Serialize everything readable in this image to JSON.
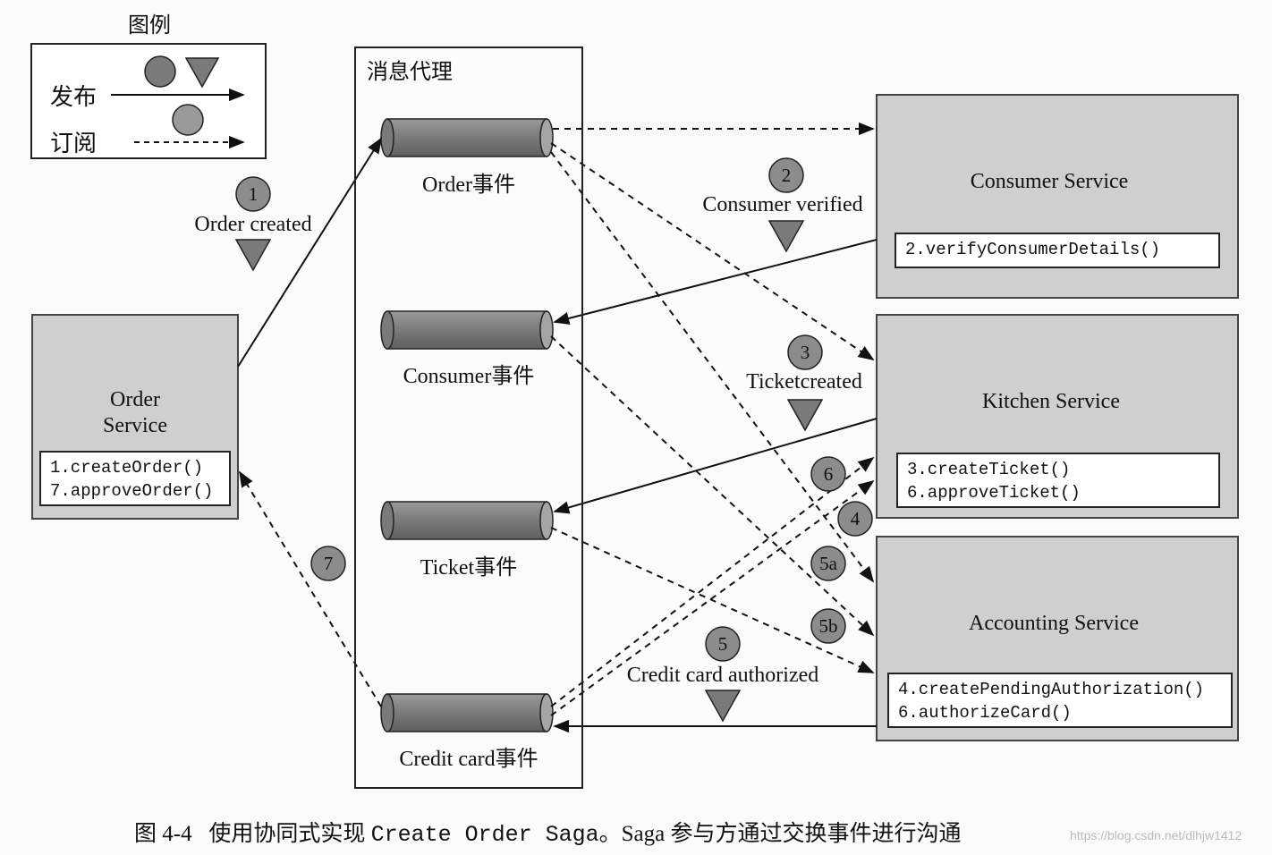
{
  "legend": {
    "title": "图例",
    "publish": "发布",
    "subscribe": "订阅"
  },
  "broker": {
    "title": "消息代理",
    "channels": [
      "Order事件",
      "Consumer事件",
      "Ticket事件",
      "Credit card事件"
    ]
  },
  "services": {
    "order": {
      "name_line1": "Order",
      "name_line2": "Service",
      "methods": [
        "1.createOrder()",
        "7.approveOrder()"
      ]
    },
    "consumer": {
      "name": "Consumer Service",
      "methods": [
        "2.verifyConsumerDetails()"
      ]
    },
    "kitchen": {
      "name": "Kitchen Service",
      "methods": [
        "3.createTicket()",
        "6.approveTicket()"
      ]
    },
    "accounting": {
      "name": "Accounting Service",
      "methods": [
        "4.createPendingAuthorization()",
        "6.authorizeCard()"
      ]
    }
  },
  "events": {
    "order_created": "Order created",
    "consumer_verified": "Consumer verified",
    "ticket_created": "Ticketcreated",
    "credit_card_authorized": "Credit card authorized"
  },
  "steps": [
    "1",
    "2",
    "3",
    "4",
    "5",
    "5a",
    "5b",
    "6",
    "7"
  ],
  "caption": {
    "prefix": "图 4-4   使用协同式实现 ",
    "code": "Create Order Saga",
    "suffix": "。Saga 参与方通过交换事件进行沟通"
  },
  "watermark": "https://blog.csdn.net/dlhjw1412"
}
